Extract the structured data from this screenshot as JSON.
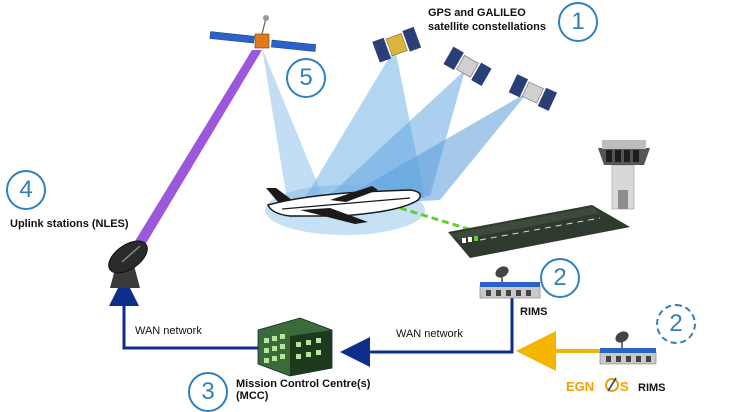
{
  "labels": {
    "constellations": "GPS and GALILEO\nsatellite constellations",
    "uplink": "Uplink stations (NLES)",
    "rims_main": "RIMS",
    "rims_egnos": "RIMS",
    "egnos_left": "EGN",
    "egnos_right": "S",
    "wan_left": "WAN network",
    "wan_right": "WAN network",
    "mcc": "Mission Control Centre(s)\n(MCC)"
  },
  "numbers": {
    "n1": "1",
    "n2": "2",
    "n2b": "2",
    "n3": "3",
    "n4": "4",
    "n5": "5"
  },
  "colors": {
    "marker_blue": "#2f7fc1",
    "wan_line": "#0b2f8a",
    "egnos_line": "#f4b400",
    "uplink_beam": "#8a3bd4",
    "signal_cone": "#5aa6e0",
    "datalink": "#66cc33",
    "egnos_text": "#f5a000"
  },
  "icons": [
    "satellite-icon",
    "airplane-icon",
    "control-tower-icon",
    "runway-icon",
    "dish-antenna-icon",
    "rims-station-icon",
    "mission-control-building-icon"
  ]
}
